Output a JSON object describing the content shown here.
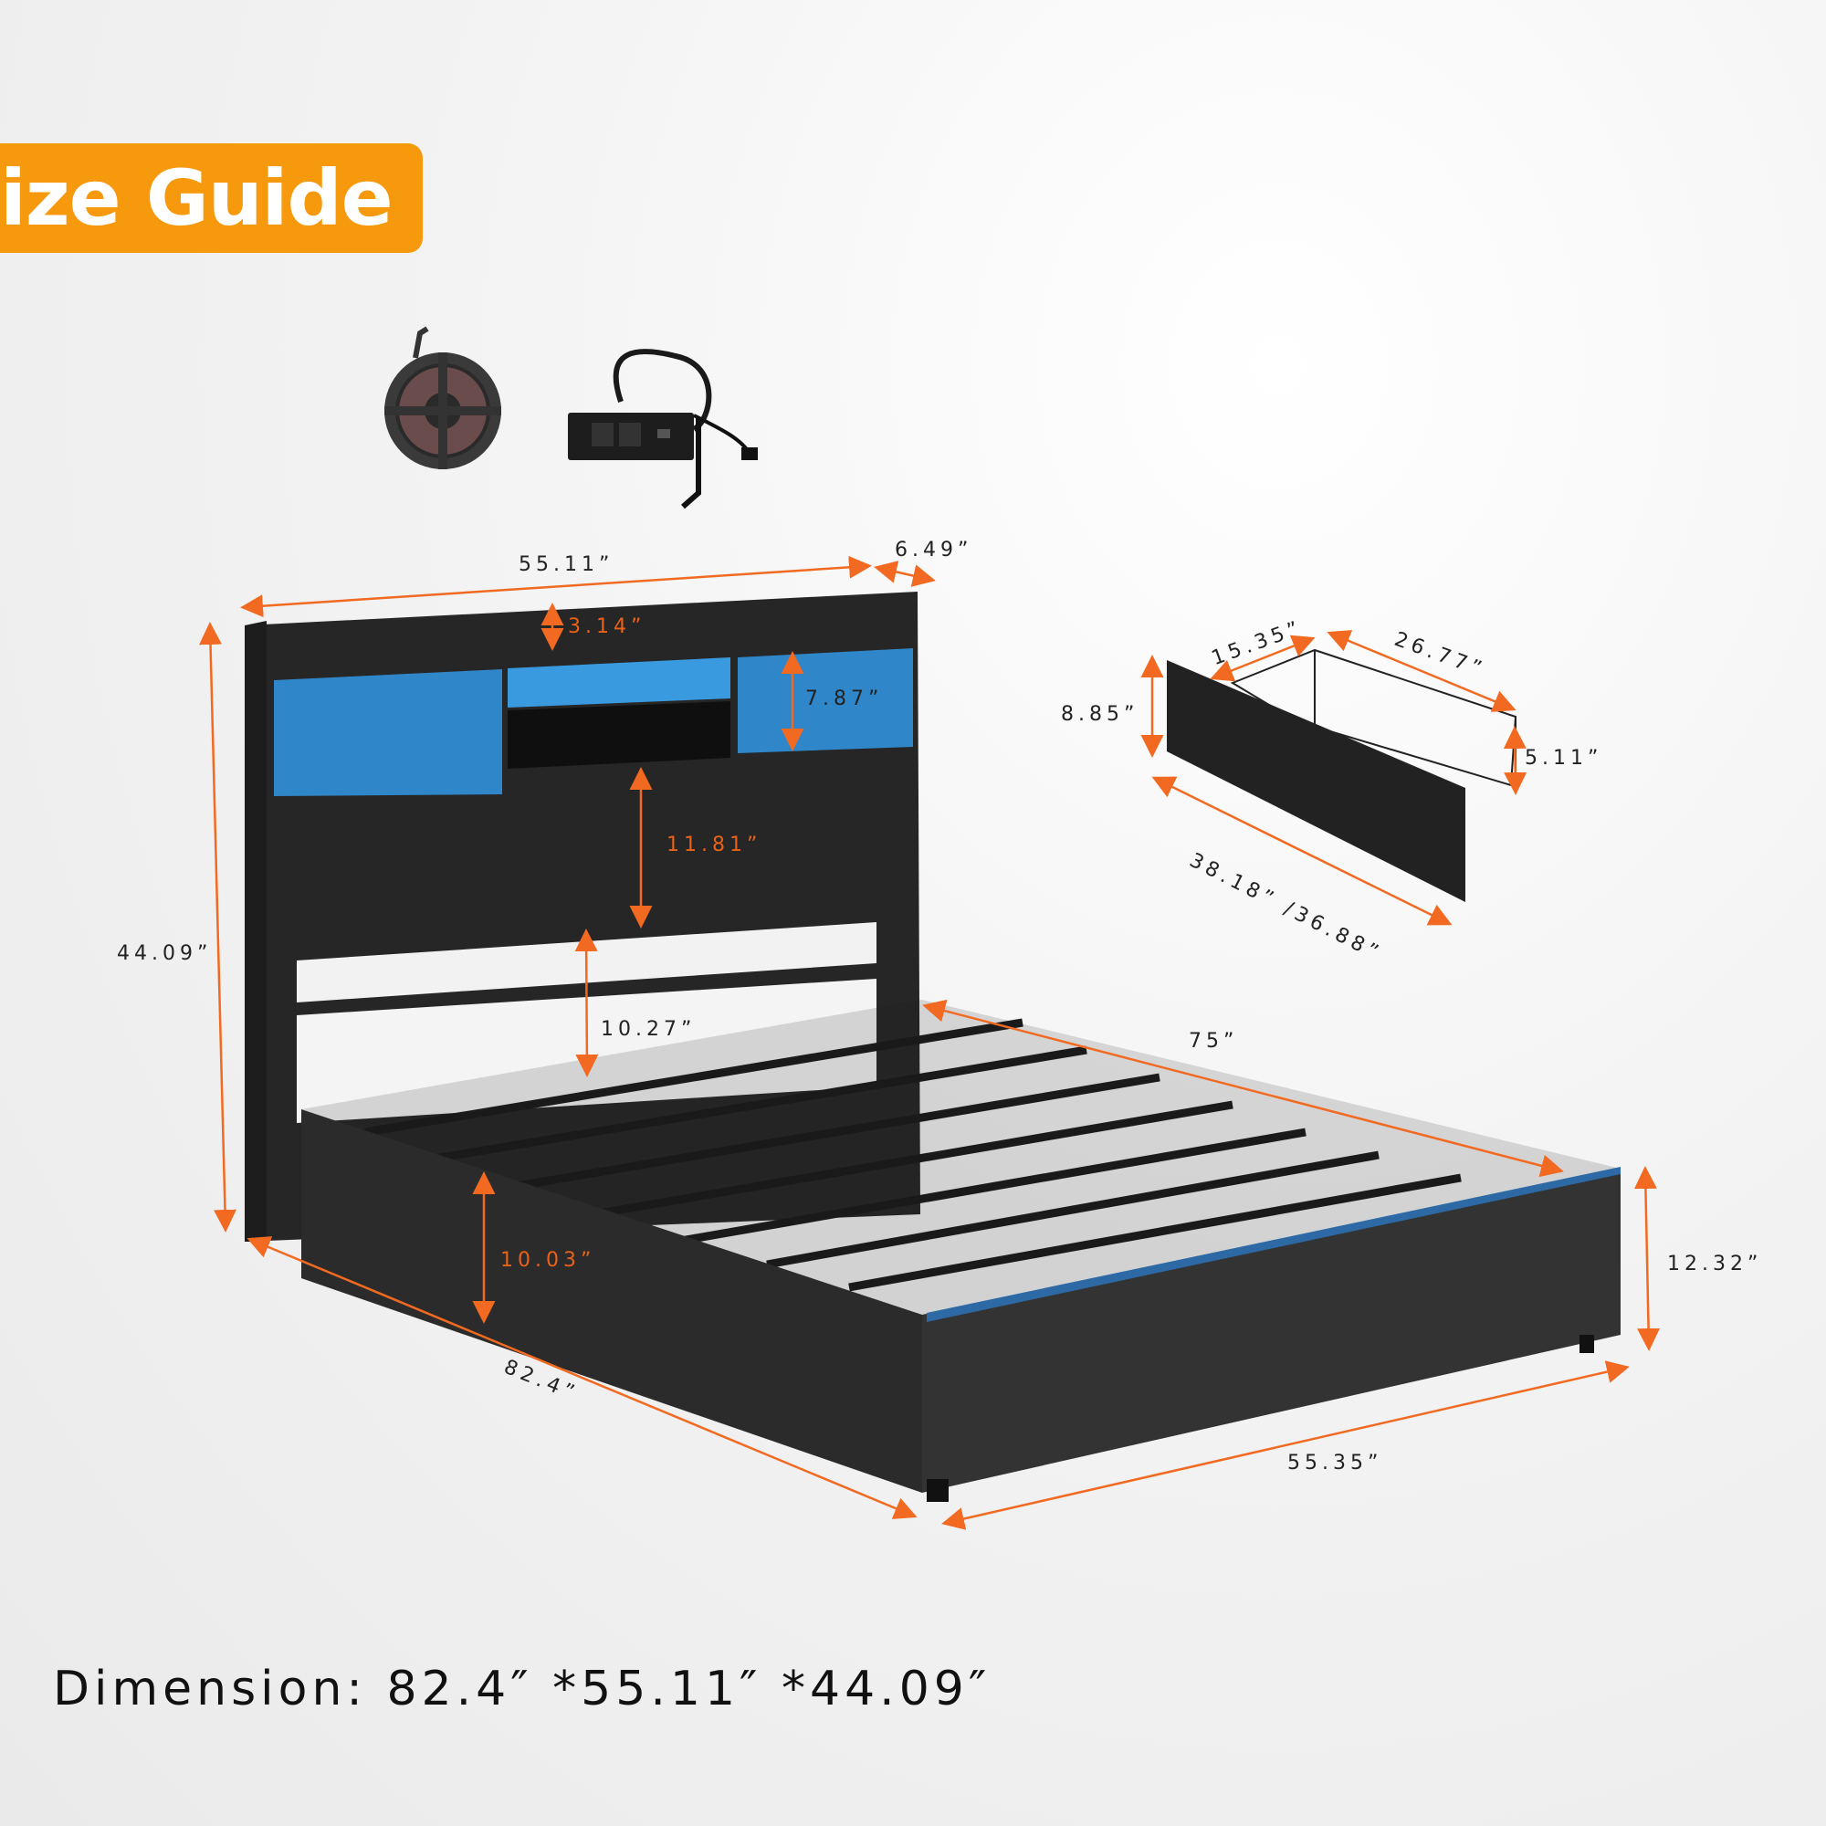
{
  "banner": {
    "title": "ize Guide",
    "color": "#f7990c"
  },
  "accessories": [
    {
      "name": "LED light strip reel"
    },
    {
      "name": "Power outlet strip with 2 AC outlets and USB port"
    }
  ],
  "colors": {
    "dimension_arrow": "#f26a21",
    "frame": "#2a2a2a",
    "led_glow": "#3a8fd6"
  },
  "bed_dimensions": {
    "headboard_width": "55.11”",
    "headboard_depth": "6.49”",
    "top_shelf_height": "3.14”",
    "cubby_height": "7.87”",
    "headboard_panel_height": "11.81”",
    "headboard_gap": "10.27”",
    "total_height": "44.09”",
    "side_rail_height": "10.03”",
    "total_length": "82.4”",
    "inner_length": "75”",
    "footboard_height": "12.32”",
    "footboard_width": "55.35”"
  },
  "drawer_dimensions": {
    "depth": "15.35”",
    "basket_length": "26.77”",
    "front_height": "8.85”",
    "basket_height": "5.11”",
    "front_length": "38.18” /36.88”"
  },
  "footer": {
    "text": "Dimension: 82.4″  *55.11″  *44.09″"
  }
}
